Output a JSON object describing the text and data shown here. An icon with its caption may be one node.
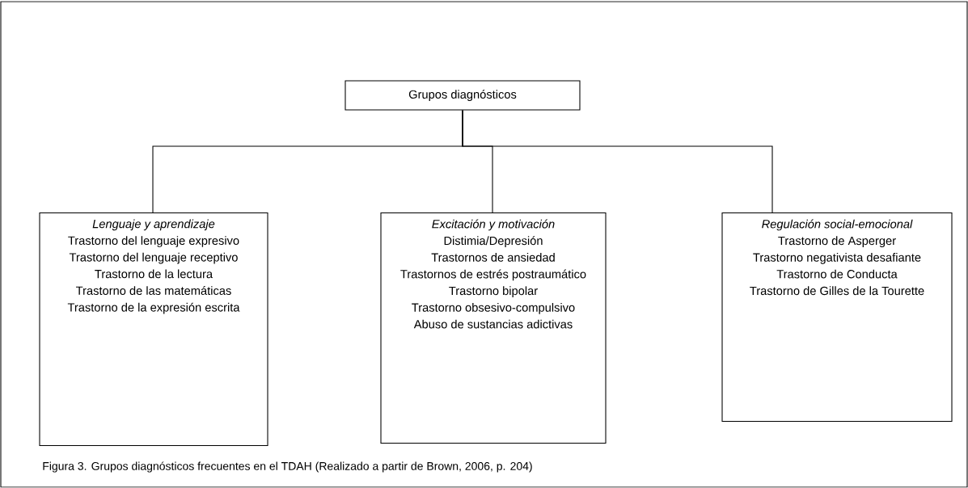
{
  "diagram": {
    "caption": "Figura 3. Grupos diagnósticos frecuentes en el TDAH (Realizado a partir de Brown, 2006, p. 204)",
    "nodes": [
      {
        "text": [
          "Grupos diagnósticos"
        ]
      },
      {
        "text": [
          "Lenguaje y aprendizaje",
          "Trastorno del lenguaje expresivo",
          "Trastorno del lenguaje receptivo",
          "Trastorno de la lectura",
          "Trastorno de las matemáticas",
          "Trastorno de la expresión escrita"
        ]
      },
      {
        "text": [
          "Excitación y motivación",
          "Distimia/Depresión",
          "Trastornos de ansiedad",
          "Trastornos de estrés postraumático",
          "Trastorno bipolar",
          "Trastorno obsesivo-compulsivo",
          "Abuso de sustancias adictivas"
        ]
      },
      {
        "text": [
          "Regulación social-emocional",
          "Trastorno de Asperger",
          "Trastorno negativista desafiante",
          "Trastorno de Conducta",
          "Trastorno de Gilles de la Tourette"
        ]
      }
    ],
    "edges": [
      {
        "from": 0,
        "to": 1,
        "arrow": "none"
      },
      {
        "from": 0,
        "to": 2,
        "arrow": "none"
      },
      {
        "from": 0,
        "to": 3,
        "arrow": "none"
      }
    ]
  }
}
